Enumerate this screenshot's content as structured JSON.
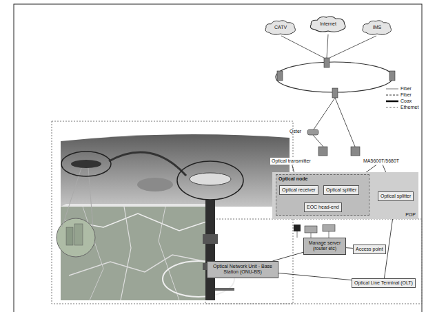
{
  "diagram": {
    "nodes": [
      {
        "text": [
          "CATV"
        ]
      },
      {
        "text": [
          "Internet"
        ]
      },
      {
        "text": [
          "IMS"
        ]
      },
      {
        "text": [
          "Optical transmitter"
        ]
      },
      {
        "text": [
          "MA5600T/5680T"
        ]
      },
      {
        "text": [
          "POP"
        ]
      },
      {
        "text": [
          "Optical node"
        ],
        "in": 5
      },
      {
        "text": [
          "Optical receiver"
        ],
        "in": 6
      },
      {
        "text": [
          "Optical splitter"
        ],
        "in": 6
      },
      {
        "text": [
          "EOC head-end"
        ],
        "in": 6
      },
      {
        "text": [
          "Optical splitter"
        ],
        "in": 5
      },
      {
        "text": [
          "Manage server (router etc)"
        ]
      },
      {
        "text": [
          "Access point"
        ]
      },
      {
        "text": [
          "Optical Network Unit - Base Station (ONU-BS)"
        ]
      },
      {
        "text": [
          "Optical Line Terminal (OLT)"
        ]
      }
    ],
    "edges": [
      {
        "from": 3,
        "to": 7,
        "arrow": "none"
      },
      {
        "from": 4,
        "to": 10,
        "arrow": "none"
      },
      {
        "from": 4,
        "to": 8,
        "arrow": "none"
      },
      {
        "from": 7,
        "to": 9,
        "arrow": "none"
      },
      {
        "from": 8,
        "to": 9,
        "arrow": "none"
      },
      {
        "from": 10,
        "to": 14,
        "arrow": "none"
      },
      {
        "from": 14,
        "to": 13,
        "arrow": "none"
      },
      {
        "from": 13,
        "to": 11,
        "arrow": "none"
      },
      {
        "from": 11,
        "to": 12,
        "arrow": "none"
      }
    ],
    "labels": [
      "Qster"
    ],
    "legend": [
      {
        "text": "Fiber"
      },
      {
        "text": "Fiber"
      },
      {
        "text": "Coax"
      },
      {
        "text": "Ethernet"
      }
    ]
  }
}
